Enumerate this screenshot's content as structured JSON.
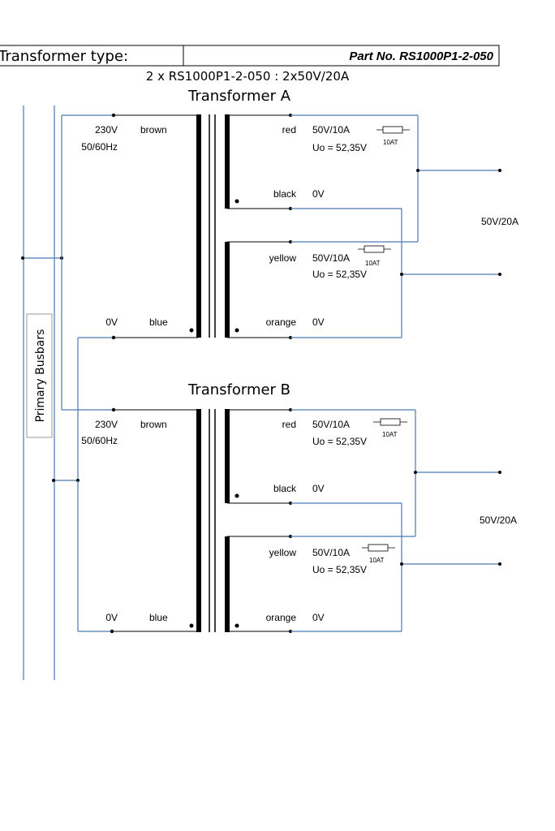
{
  "header": {
    "type_label": "Transformer type:",
    "part_label": "Part  No.  RS1000P1-2-050"
  },
  "subtitle": "2 x RS1000P1-2-050 : 2x50V/20A",
  "busbar_label": "Primary Busbars",
  "transformers": [
    {
      "title": "Transformer A",
      "primary": {
        "voltage": "230V",
        "frequency": "50/60Hz",
        "top_wire": "brown",
        "bottom_voltage": "0V",
        "bottom_wire": "blue"
      },
      "secondaries": [
        {
          "top_wire": "red",
          "rating": "50V/10A",
          "uo": "Uo = 52,35V",
          "fuse": "10AT",
          "bottom_wire": "black",
          "bottom_voltage": "0V"
        },
        {
          "top_wire": "yellow",
          "rating": "50V/10A",
          "uo": "Uo = 52,35V",
          "fuse": "10AT",
          "bottom_wire": "orange",
          "bottom_voltage": "0V"
        }
      ],
      "output": "50V/20A"
    },
    {
      "title": "Transformer B",
      "primary": {
        "voltage": "230V",
        "frequency": "50/60Hz",
        "top_wire": "brown",
        "bottom_voltage": "0V",
        "bottom_wire": "blue"
      },
      "secondaries": [
        {
          "top_wire": "red",
          "rating": "50V/10A",
          "uo": "Uo = 52,35V",
          "fuse": "10AT",
          "bottom_wire": "black",
          "bottom_voltage": "0V"
        },
        {
          "top_wire": "yellow",
          "rating": "50V/10A",
          "uo": "Uo = 52,35V",
          "fuse": "10AT",
          "bottom_wire": "orange",
          "bottom_voltage": "0V"
        }
      ],
      "output": "50V/20A"
    }
  ],
  "colors": {
    "wire_blue": "#4a7ab5",
    "wire_black": "#000000",
    "frame": "#000000"
  }
}
